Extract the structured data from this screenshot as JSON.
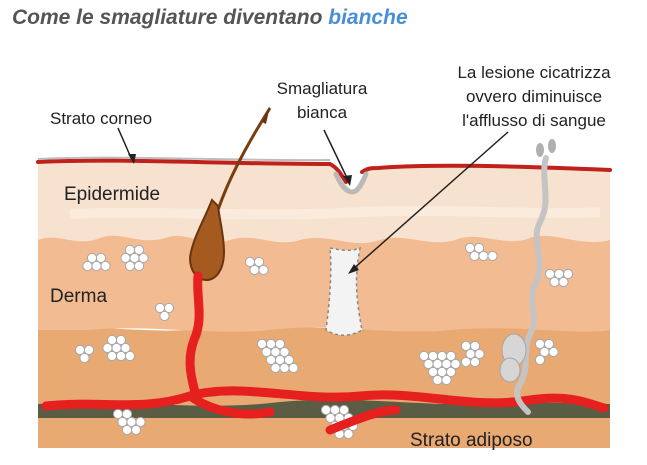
{
  "title": {
    "main": "Come le smagliature diventano",
    "accent": "bianche"
  },
  "labels": {
    "strato_corneo": "Strato corneo",
    "epidermide": "Epidermide",
    "derma": "Derma",
    "strato_adiposo": "Strato adiposo",
    "smagliatura": [
      "Smagliatura",
      "bianca"
    ],
    "lesione": [
      "La lesione cicatrizza",
      "ovvero diminuisce",
      "l'afflusso di sangue"
    ]
  },
  "colors": {
    "accent": "#4a8fd6",
    "epidermis": "#f6e0cc",
    "dermis": "#f0b88f",
    "fat": "#e8a872",
    "vessel": "#e51f1f",
    "corneum": "#c0201c",
    "hair": "#a0571d"
  }
}
